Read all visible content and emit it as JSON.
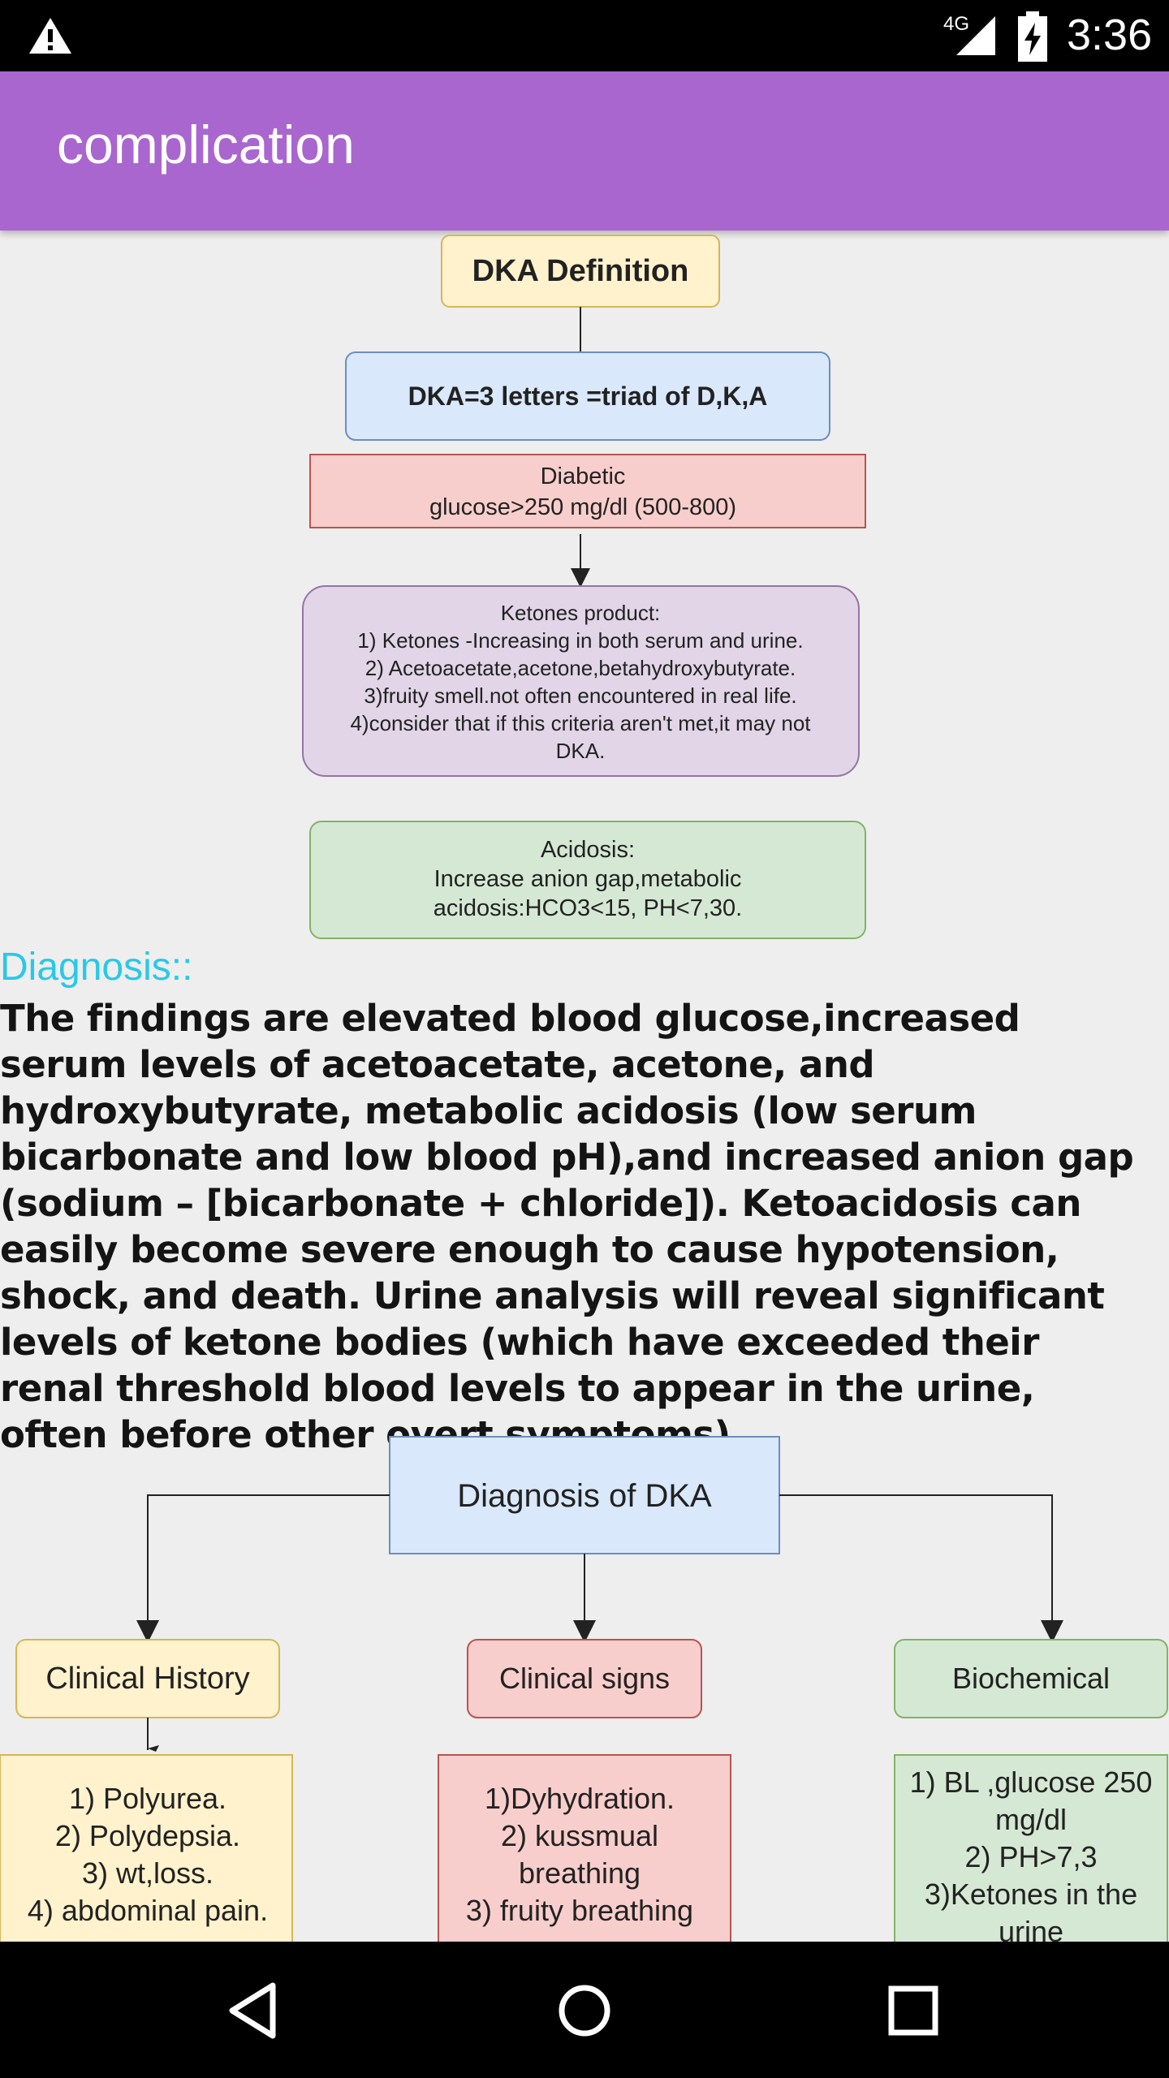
{
  "status_bar": {
    "time": "3:36",
    "network": "4G",
    "icons": [
      "warning-icon",
      "signal-icon",
      "battery-charging-icon"
    ]
  },
  "app_bar": {
    "title": "complication"
  },
  "definition_diagram": {
    "title": "DKA Definition",
    "triad": "DKA=3 letters =triad of D,K,A",
    "diabetic": [
      "Diabetic",
      "glucose>250 mg/dl (500-800)"
    ],
    "ketones": [
      "Ketones product:",
      "1) Ketones -Increasing in both serum and urine.",
      "2) Acetoacetate,acetone,betahydroxybutyrate.",
      "3)fruity smell.not often encountered in real life.",
      "4)consider that if this criteria aren't met,it may not",
      "DKA."
    ],
    "acidosis": [
      "Acidosis:",
      "Increase anion gap,metabolic",
      "acidosis:HCO3<15, PH<7,30."
    ]
  },
  "diagnosis": {
    "heading": "Diagnosis::",
    "body": "The findings are elevated blood glucose,increased serum levels of acetoacetate, acetone, and hydroxybutyrate, metabolic acidosis (low serum bicarbonate and low blood pH),and increased anion gap (sodium – [bicarbonate + chloride]). Ketoacidosis can easily become severe enough to cause hypotension, shock, and death. Urine analysis will reveal significant levels of ketone bodies (which have exceeded their renal threshold blood levels to appear in the urine, often before other overt symptoms)."
  },
  "diagnosis_diagram": {
    "root": "Diagnosis of DKA",
    "branches": [
      {
        "title": "Clinical History",
        "items": [
          "1) Polyurea.",
          "2) Polydepsia.",
          "3) wt,loss.",
          "4) abdominal pain."
        ]
      },
      {
        "title": "Clinical signs",
        "items": [
          "1)Dyhydration.",
          "2) kussmual",
          "breathing",
          "3) fruity breathing"
        ]
      },
      {
        "title": "Biochemical",
        "items": [
          "1) BL ,glucose 250",
          "mg/dl",
          "2) PH>7,3",
          "3)Ketones in the",
          "urine"
        ]
      }
    ]
  },
  "nav_bar": {
    "icons": [
      "back-icon",
      "home-icon",
      "recents-icon"
    ]
  },
  "colors": {
    "app_bar": "#a966cf",
    "heading": "#28c8ea",
    "yellow_box": "#fff2cc",
    "blue_box": "#dae8fc",
    "red_box": "#f8cecc",
    "purple_box": "#e1d5e7",
    "green_box": "#d5e8d4"
  }
}
